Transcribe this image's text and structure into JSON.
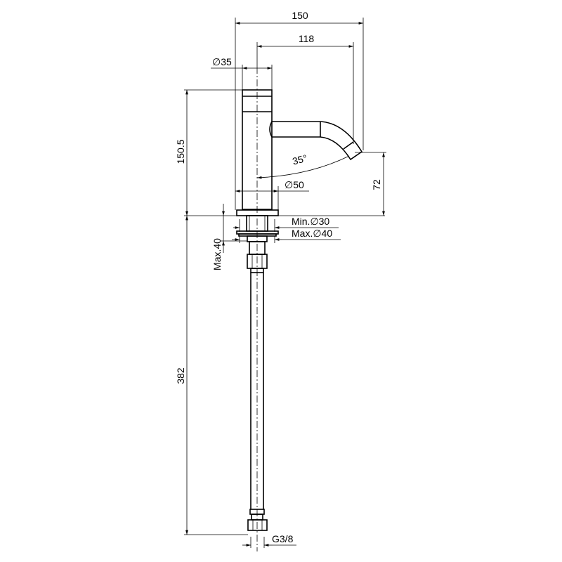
{
  "title": "Tap dimension drawing",
  "dimensions": {
    "overall_reach": "150",
    "spout_reach": "118",
    "body_diameter": "∅35",
    "body_height": "150.5",
    "spout_height": "72",
    "base_diameter": "∅50",
    "spout_angle": "35°",
    "hole_min": "Min.∅30",
    "hole_max": "Max.∅40",
    "deck_max": "Max.40",
    "hose_length": "382",
    "connection": "G3/8"
  },
  "colors": {
    "line": "#000000",
    "background": "#ffffff"
  }
}
